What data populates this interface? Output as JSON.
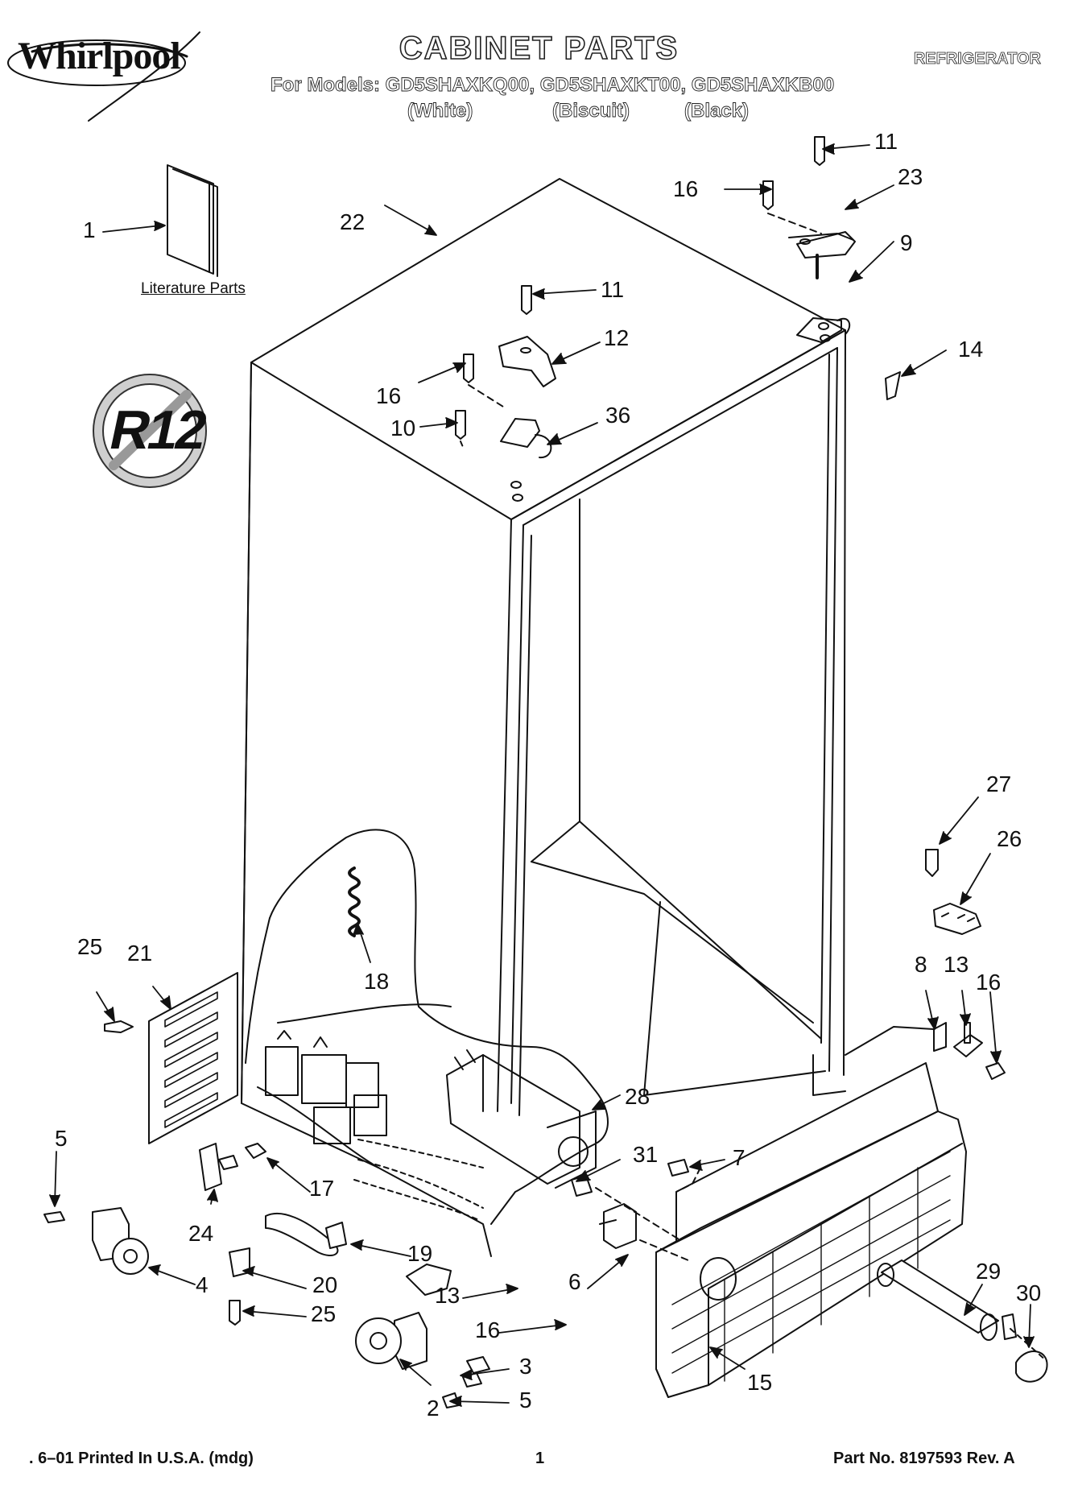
{
  "header": {
    "brand": "Whirlpool",
    "title": "CABINET PARTS",
    "category": "REFRIGERATOR",
    "models_line": "For Models: GD5SHAXKQ00, GD5SHAXKT00, GD5SHAXKB00",
    "variants": [
      "(White)",
      "(Biscuit)",
      "(Black)"
    ]
  },
  "literature_label": "Literature Parts",
  "r12_badge": "R12",
  "callouts": [
    "1",
    "22",
    "11",
    "16",
    "23",
    "9",
    "11",
    "12",
    "14",
    "16",
    "36",
    "10",
    "27",
    "26",
    "25",
    "21",
    "18",
    "8",
    "13",
    "16",
    "28",
    "5",
    "31",
    "7",
    "17",
    "24",
    "19",
    "20",
    "6",
    "29",
    "30",
    "4",
    "25",
    "13",
    "16",
    "3",
    "5",
    "15",
    "2"
  ],
  "footer": {
    "left": ". 6–01 Printed In U.S.A. (mdg)",
    "page": "1",
    "right": "Part No. 8197593 Rev. A"
  }
}
